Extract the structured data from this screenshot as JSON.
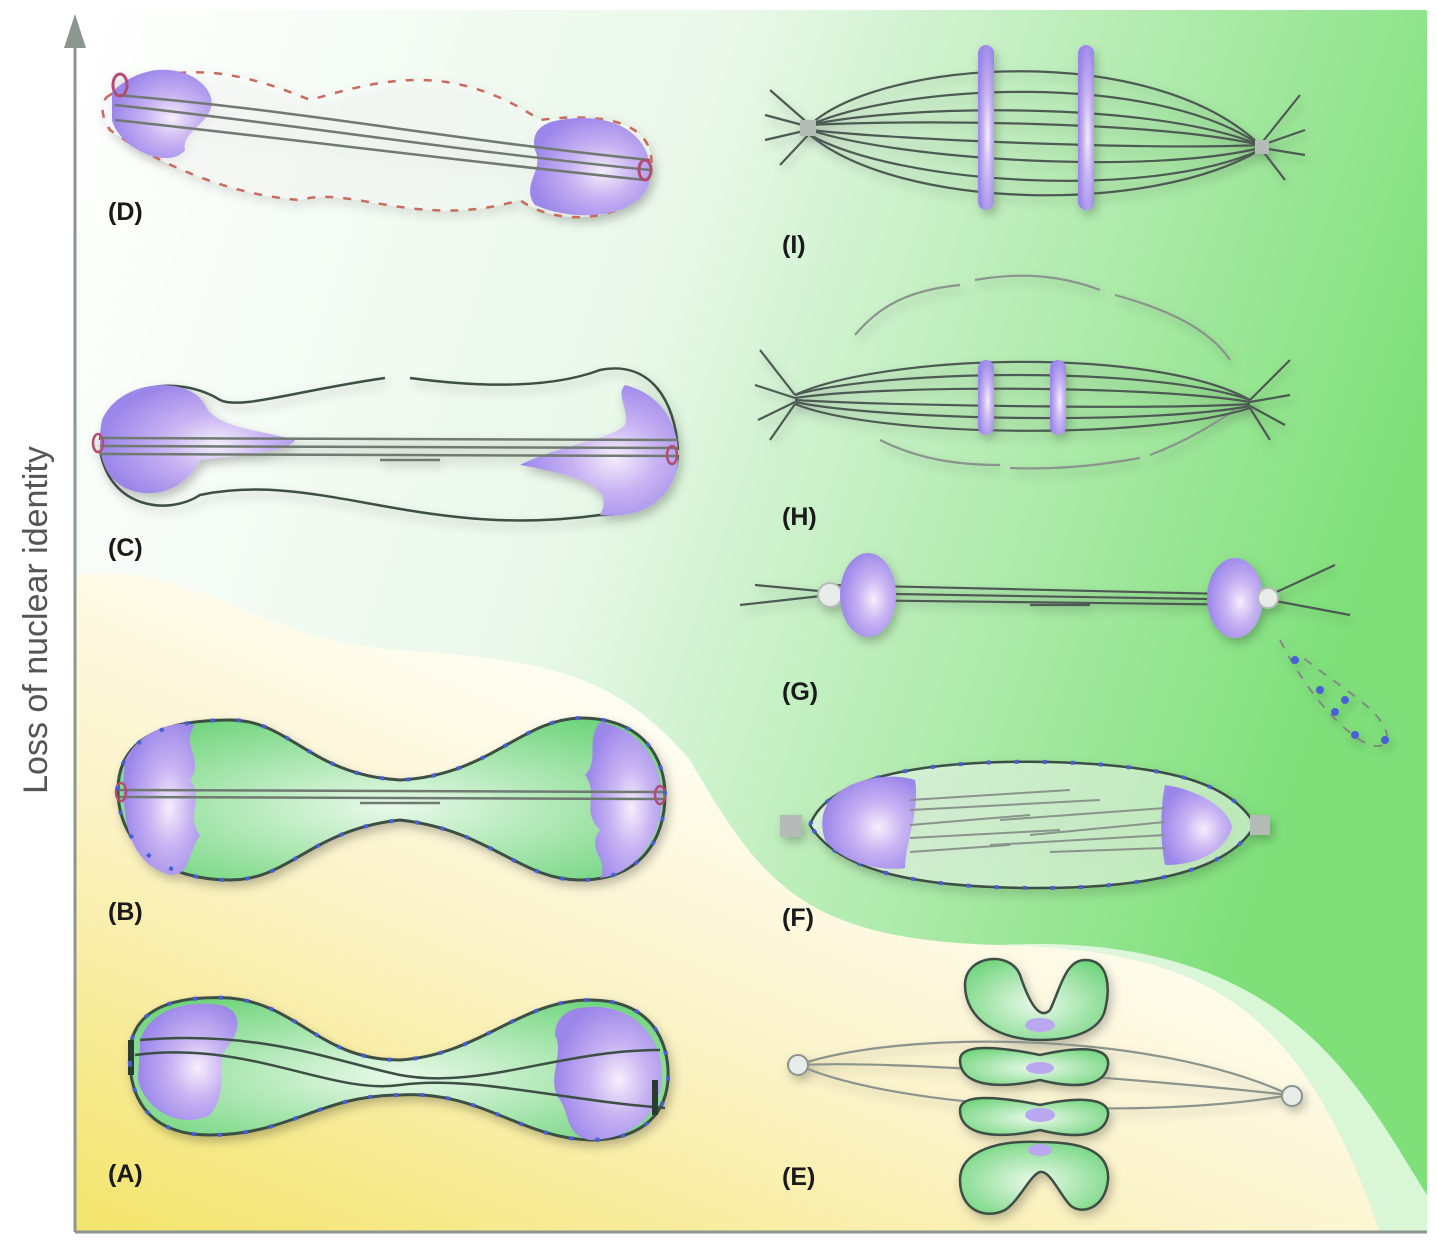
{
  "axis": {
    "y_label": "Loss of nuclear identity"
  },
  "panels": {
    "A": {
      "label": "(A)"
    },
    "B": {
      "label": "(B)"
    },
    "C": {
      "label": "(C)"
    },
    "D": {
      "label": "(D)"
    },
    "E": {
      "label": "(E)"
    },
    "F": {
      "label": "(F)"
    },
    "G": {
      "label": "(G)"
    },
    "H": {
      "label": "(H)"
    },
    "I": {
      "label": "(I)"
    }
  },
  "colors": {
    "background_green": "#7fe07a",
    "background_yellow": "#f3e46a",
    "nucleoplasm_green": "#6ed47a",
    "chromatin_violet": "#9b86ea",
    "membrane_dark": "#3c4f45",
    "pore_blue": "#4a5fd6",
    "pore_red": "#e06a5a",
    "spindle_gray": "#6f7a72"
  }
}
